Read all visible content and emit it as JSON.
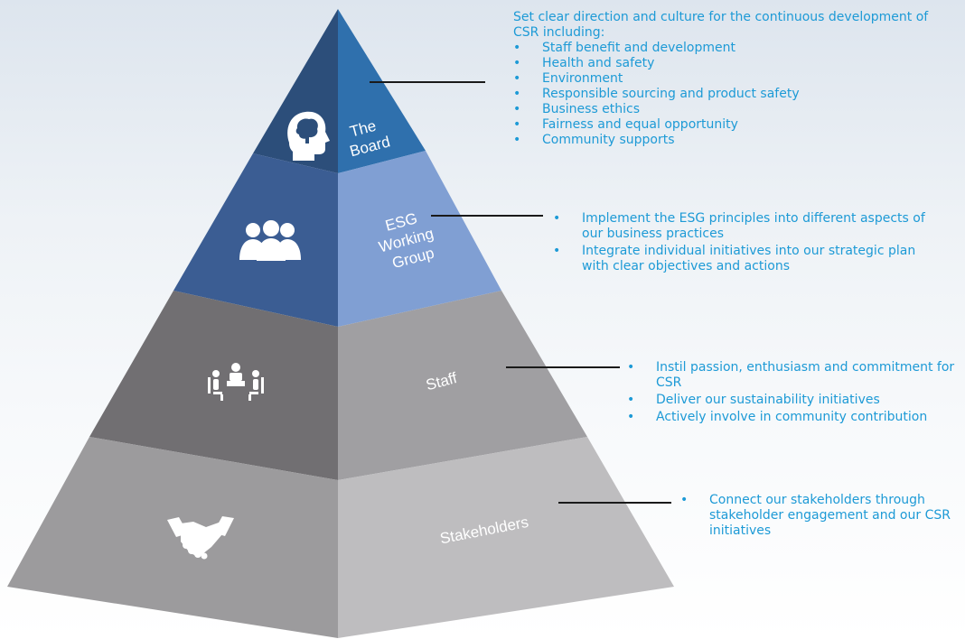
{
  "layers": {
    "board": {
      "label_lines": [
        "The",
        "Board"
      ],
      "icon": "brain-head-icon",
      "color_left": "#2c4e7a",
      "color_right": "#2f70ad"
    },
    "esg": {
      "label_lines": [
        "ESG",
        "Working",
        "Group"
      ],
      "icon": "group-people-icon",
      "color_left": "#3b5d93",
      "color_right": "#809fd3"
    },
    "staff": {
      "label_lines": [
        "Staff"
      ],
      "icon": "meeting-table-icon",
      "color_left": "#716f72",
      "color_right": "#a09fa2"
    },
    "stakeholders": {
      "label_lines": [
        "Stakeholders"
      ],
      "icon": "handshake-icon",
      "color_left": "#9c9b9d",
      "color_right": "#bebdbf"
    }
  },
  "descriptions": {
    "board": {
      "intro": "Set clear direction and culture for the continuous development of CSR including:",
      "items": [
        "Staff benefit and development",
        "Health and safety",
        "Environment",
        "Responsible sourcing and product safety",
        "Business ethics",
        "Fairness and equal opportunity",
        "Community supports"
      ]
    },
    "esg": {
      "items": [
        "Implement the ESG principles into different aspects of our business practices",
        "Integrate individual initiatives into our strategic plan with clear objectives and actions"
      ]
    },
    "staff": {
      "items": [
        "Instil passion, enthusiasm and commitment for CSR",
        "Deliver our sustainability initiatives",
        "Actively involve in community contribution"
      ]
    },
    "stakeholders": {
      "items": [
        "Connect our stakeholders through stakeholder engagement and our CSR initiatives"
      ]
    }
  },
  "colors": {
    "text_accent": "#1d9ad6",
    "connector": "#1a1a1a"
  }
}
